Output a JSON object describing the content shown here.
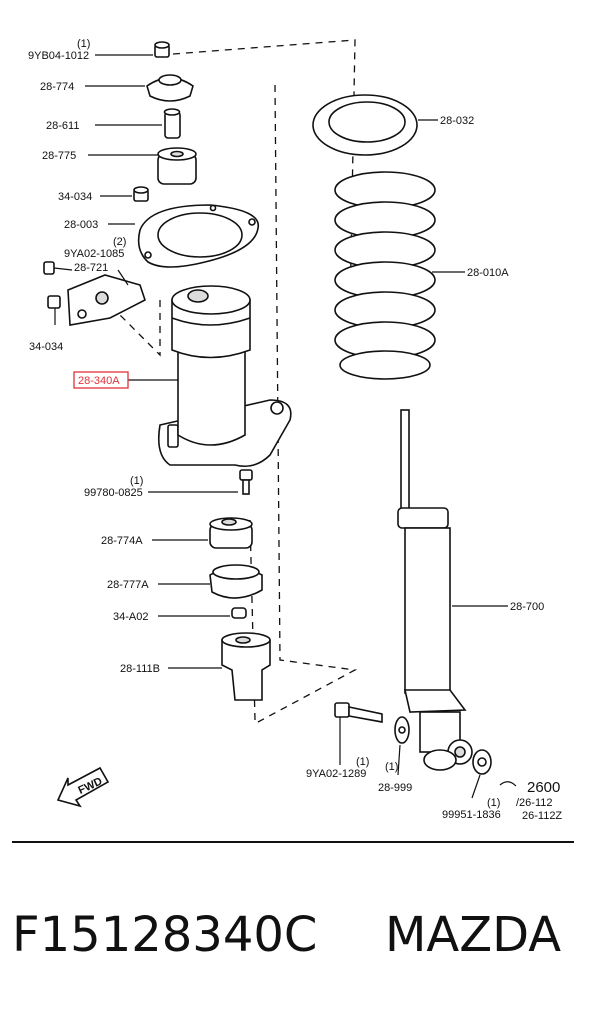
{
  "parts": [
    {
      "id": "p-9yb04",
      "qty": "(1)",
      "code": "9YB04-1012"
    },
    {
      "id": "p-28-774",
      "code": "28-774"
    },
    {
      "id": "p-28-611",
      "code": "28-611"
    },
    {
      "id": "p-28-775",
      "code": "28-775"
    },
    {
      "id": "p-34-034a",
      "code": "34-034"
    },
    {
      "id": "p-28-003",
      "code": "28-003"
    },
    {
      "id": "p-9ya02-1085",
      "qty": "(2)",
      "code": "9YA02-1085"
    },
    {
      "id": "p-28-721",
      "code": "28-721"
    },
    {
      "id": "p-34-034b",
      "code": "34-034"
    },
    {
      "id": "p-28-340a",
      "code": "28-340A"
    },
    {
      "id": "p-99780",
      "qty": "(1)",
      "code": "99780-0825"
    },
    {
      "id": "p-28-774a",
      "code": "28-774A"
    },
    {
      "id": "p-28-777a",
      "code": "28-777A"
    },
    {
      "id": "p-34-a02",
      "code": "34-A02"
    },
    {
      "id": "p-28-111b",
      "code": "28-111B"
    },
    {
      "id": "p-28-032",
      "code": "28-032"
    },
    {
      "id": "p-28-010a",
      "code": "28-010A"
    },
    {
      "id": "p-28-700",
      "code": "28-700"
    },
    {
      "id": "p-9ya02-1289",
      "qty": "(1)",
      "code": "9YA02-1289"
    },
    {
      "id": "p-28-999",
      "qty": "(1)",
      "code": "28-999"
    },
    {
      "id": "p-99951",
      "qty": "(1)",
      "code": "99951-1836"
    }
  ],
  "ref": {
    "code": "2600",
    "line1": "/26-112",
    "line2": "26-112Z"
  },
  "fwd_label": "FWD",
  "highlight_color": "#e0333a",
  "footer": {
    "part_number": "F15128340C",
    "brand": "MAZDA"
  }
}
